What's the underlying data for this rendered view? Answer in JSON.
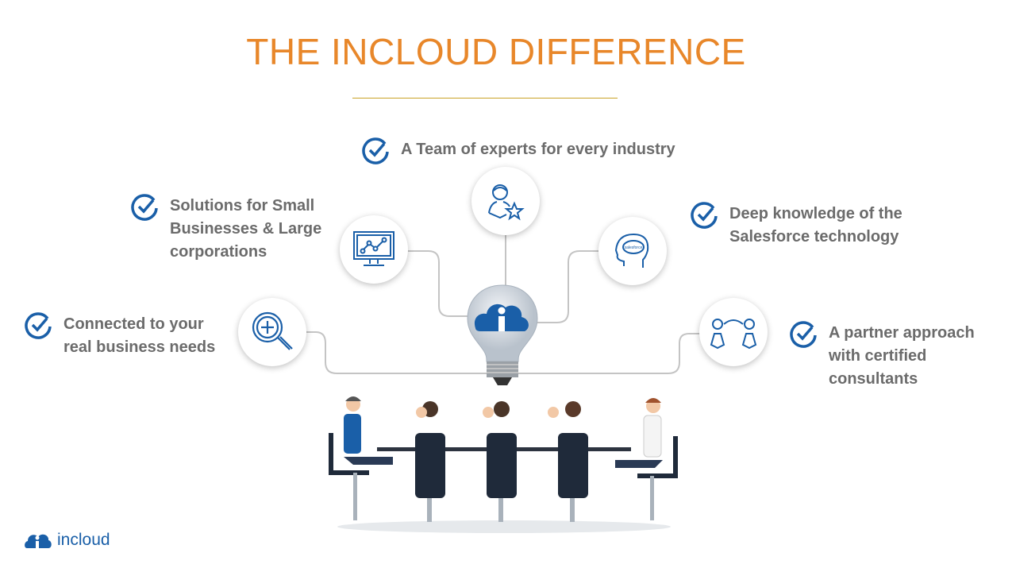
{
  "title": "THE INCLOUD DIFFERENCE",
  "features": [
    {
      "text": "A Team of experts for every industry",
      "icon": "team-expert-icon"
    },
    {
      "text": "Solutions for Small\nBusinesses & Large\ncorporations",
      "icon": "monitor-chart-icon"
    },
    {
      "text": "Deep knowledge of the\nSalesforce technology",
      "icon": "salesforce-head-icon"
    },
    {
      "text": "Connected to your\nreal business needs",
      "icon": "magnifier-plus-icon"
    },
    {
      "text": "A partner approach\nwith certified\nconsultants",
      "icon": "partners-icon"
    }
  ],
  "salesforce_label": "salesforce",
  "logo": {
    "text": "incloud"
  },
  "colors": {
    "title": "#E8872A",
    "accent": "#1a5fa8",
    "text": "#6b6b6b"
  }
}
